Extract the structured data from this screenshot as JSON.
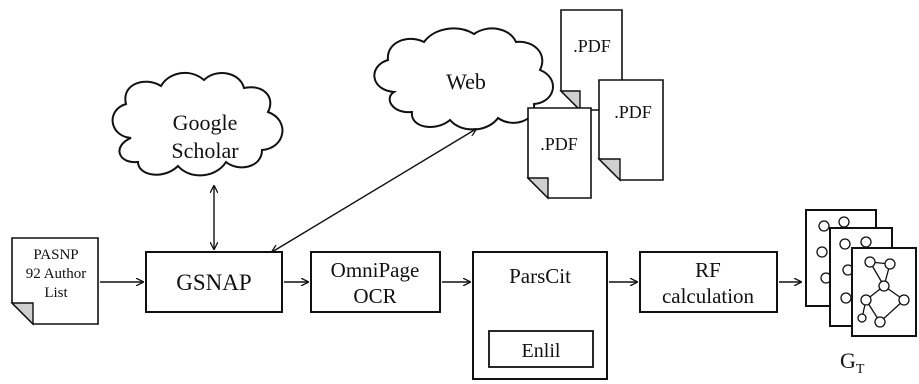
{
  "diagram": {
    "author_list": {
      "line1": "PASNP",
      "line2": "92 Author",
      "line3": "List"
    },
    "cloud_google": {
      "line1": "Google",
      "line2": "Scholar"
    },
    "cloud_web": {
      "label": "Web"
    },
    "pdf_label": ".PDF",
    "gsnap": {
      "label": "GSNAP"
    },
    "omnipage": {
      "line1": "OmniPage",
      "line2": "OCR"
    },
    "parscit": {
      "label": "ParsCit",
      "inner_label": "Enlil"
    },
    "rf": {
      "line1": "RF",
      "line2": "calculation"
    },
    "graph_label": {
      "main": "G",
      "sub": "T"
    }
  },
  "colors": {
    "stroke": "#111111",
    "fold": "#cfcfcf",
    "background": "#ffffff"
  }
}
